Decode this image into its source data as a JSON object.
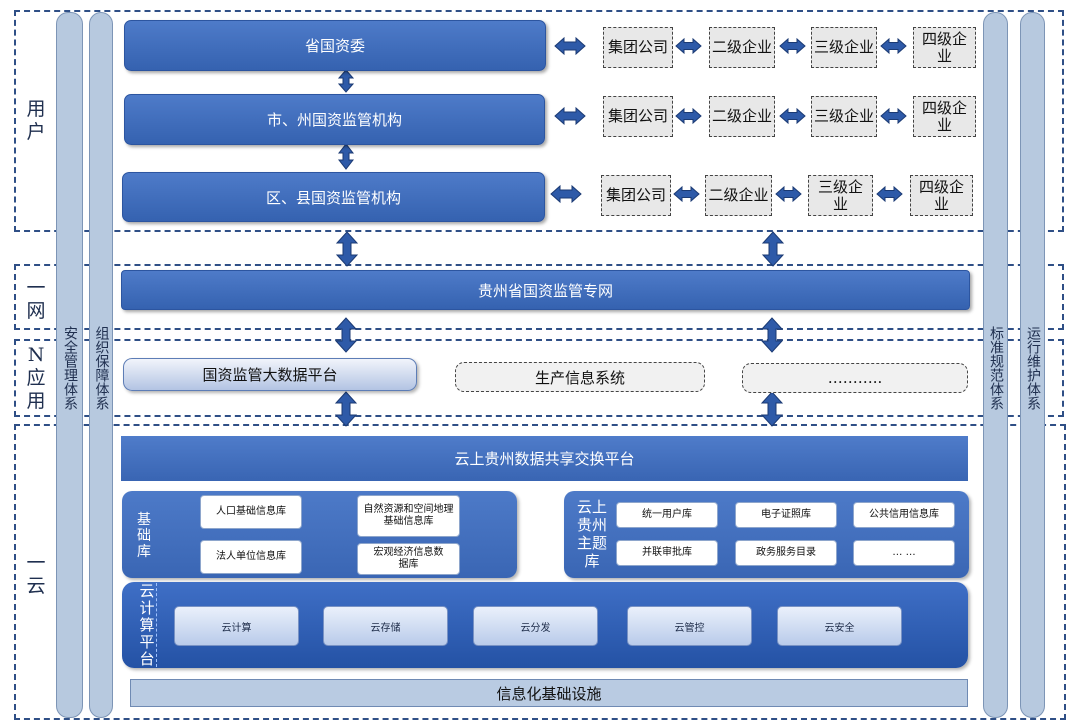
{
  "zones": {
    "user": "用户",
    "one_net": "一网",
    "n_apps": "N应用",
    "one_cloud": "一云"
  },
  "pillars": {
    "security": "安全管理体系",
    "org": "组织保障体系",
    "standard": "标准规范体系",
    "ops": "运行维护体系"
  },
  "levels": {
    "province": "省国资委",
    "city": "市、州国资监管机构",
    "county": "区、县国资监管机构"
  },
  "enterprise_rows": [
    [
      "集团公司",
      "二级企业",
      "三级企业",
      "四级企业"
    ],
    [
      "集团公司",
      "二级企业",
      "三级企业",
      "四级企业"
    ],
    [
      "集团公司",
      "二级企业",
      "三级企业",
      "四级企业"
    ]
  ],
  "network": "贵州省国资监管专网",
  "apps": {
    "bigdata": "国资监管大数据平台",
    "production": "生产信息系统",
    "more": "……….."
  },
  "exchange": "云上贵州数据共享交换平台",
  "base_lib": {
    "label": "基础库",
    "items": [
      "人口基础信息库",
      "自然资源和空间地理基础信息库",
      "法人单位信息库",
      "宏观经济信息数据库"
    ]
  },
  "theme_lib": {
    "label": "云上贵州主题库",
    "items": [
      "统一用户库",
      "电子证照库",
      "公共信用信息库",
      "并联审批库",
      "政务服务目录",
      "… …"
    ]
  },
  "cloud_platform": {
    "label": "云计算平台",
    "items": [
      "云计算",
      "云存储",
      "云分发",
      "云管控",
      "云安全"
    ]
  },
  "infrastructure": "信息化基础设施"
}
